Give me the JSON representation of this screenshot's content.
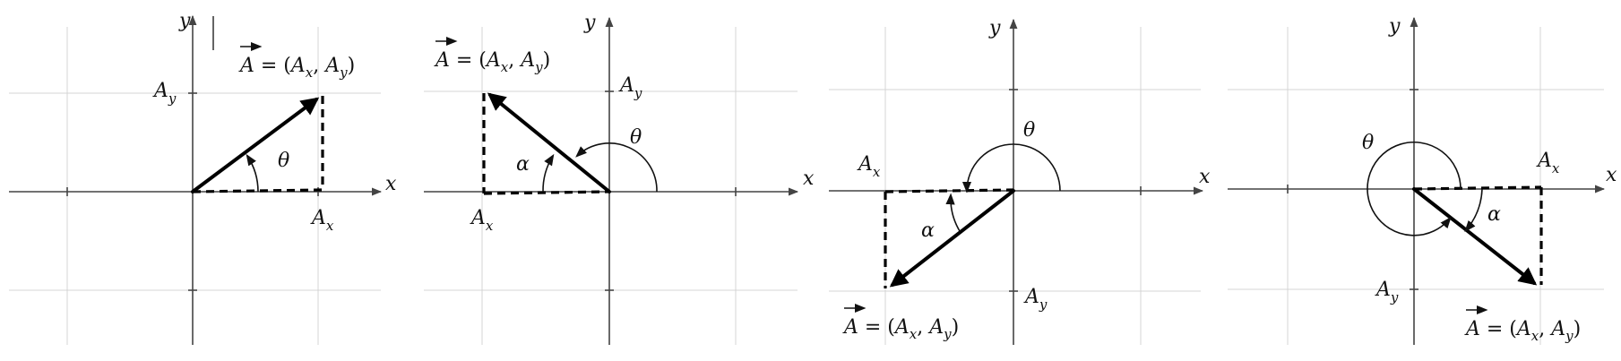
{
  "symbols": {
    "x": "x",
    "y": "y",
    "theta": "θ",
    "alpha": "α",
    "vector": "A",
    "sub_x": "x",
    "sub_y": "y",
    "eq": " = (",
    "comma": ", ",
    "close": ")"
  }
}
